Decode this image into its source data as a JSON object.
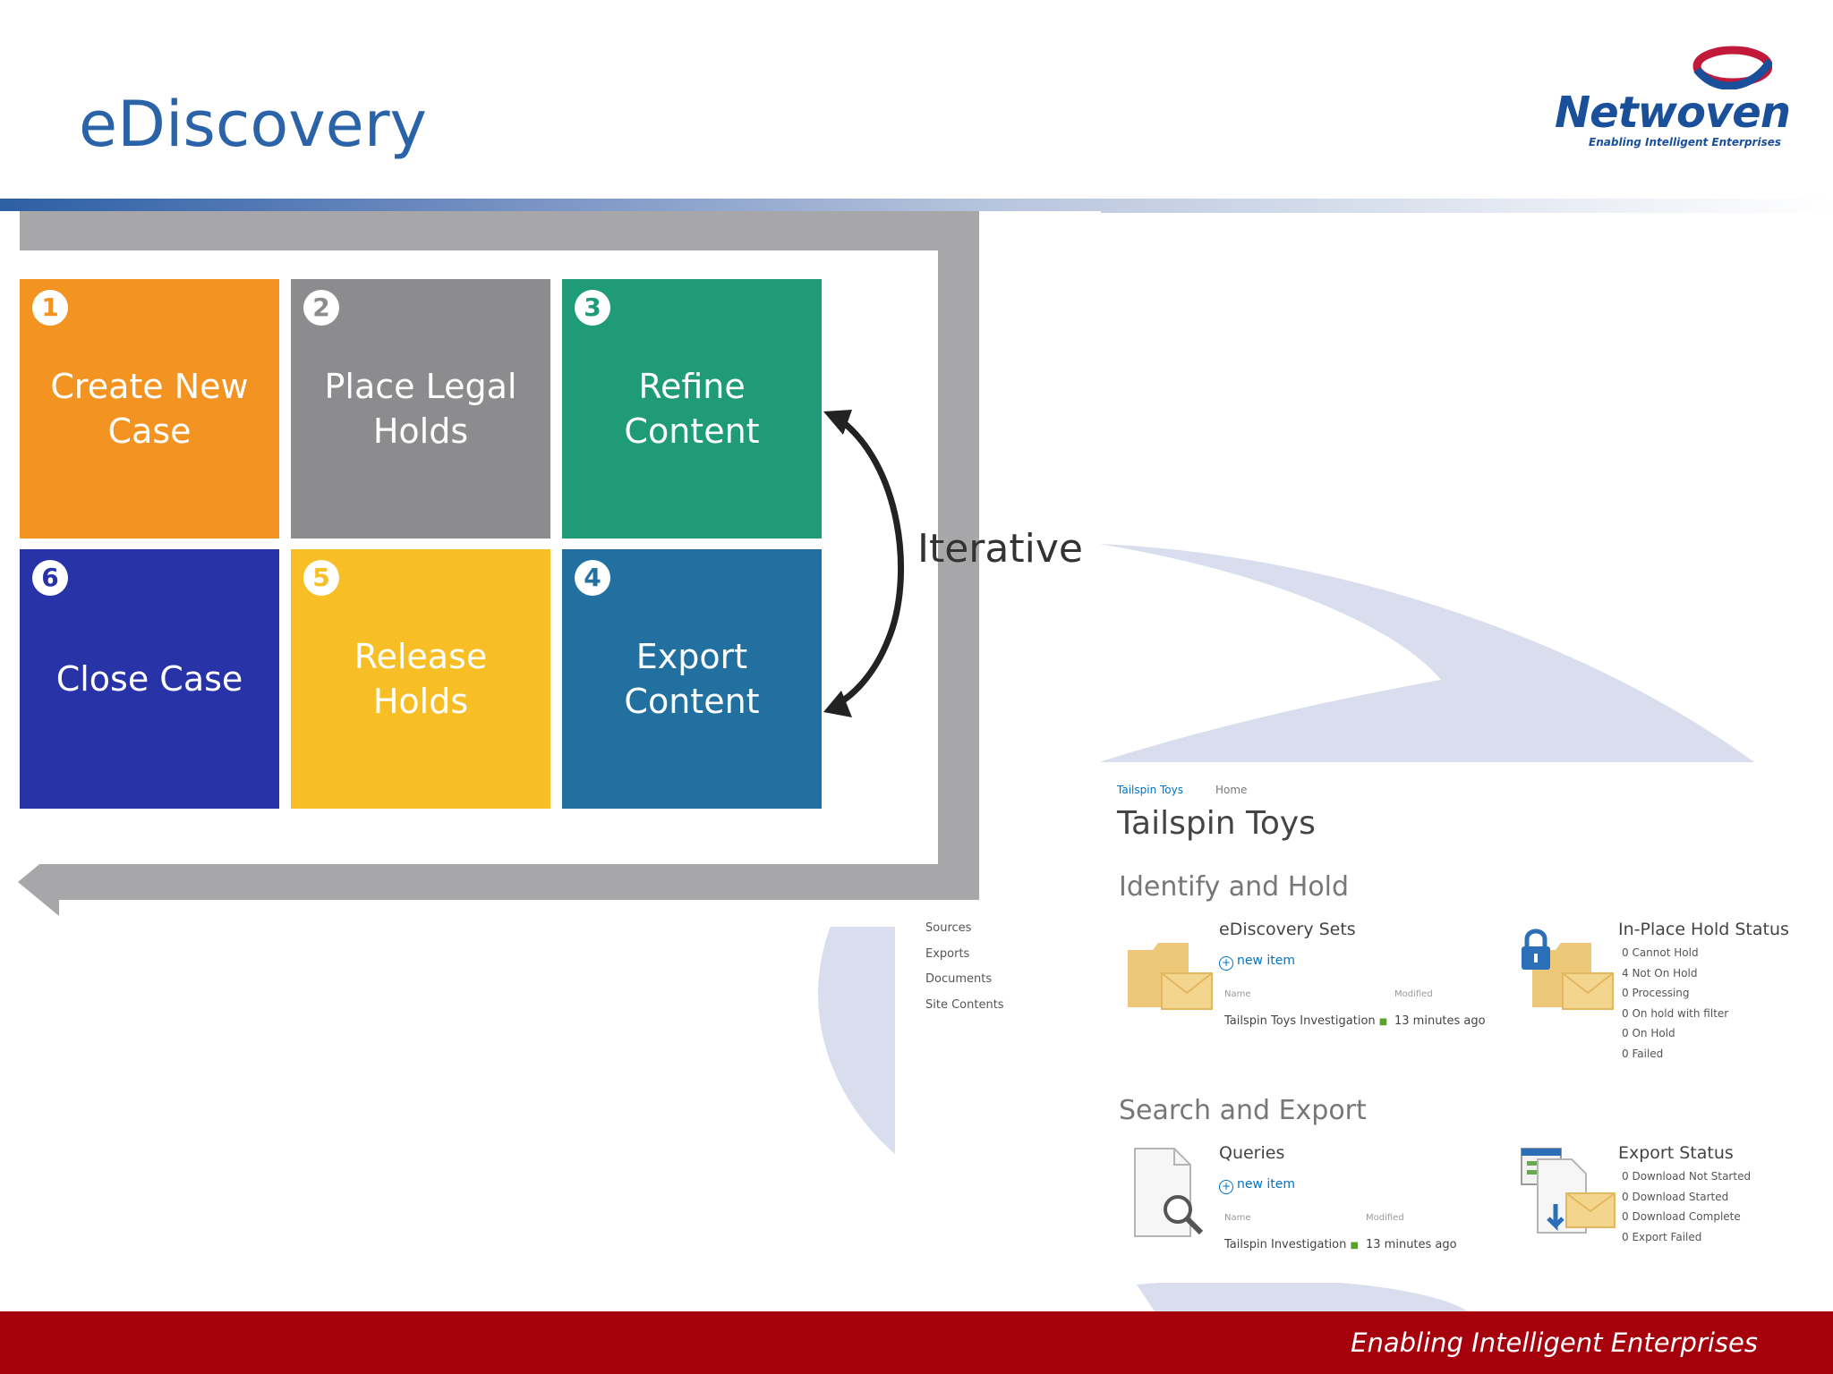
{
  "slide": {
    "title": "eDiscovery"
  },
  "logo": {
    "name": "Netwoven",
    "tagline": "Enabling Intelligent Enterprises"
  },
  "diagram": {
    "tiles": [
      {
        "number": "1",
        "label": "Create New Case",
        "color": "#f39321"
      },
      {
        "number": "2",
        "label": "Place Legal Holds",
        "color": "#8c8c8e"
      },
      {
        "number": "3",
        "label": "Refine Content",
        "color": "#1f9b78"
      },
      {
        "number": "6",
        "label": "Close Case",
        "color": "#2833a8"
      },
      {
        "number": "5",
        "label": "Release Holds",
        "color": "#f7be25"
      },
      {
        "number": "4",
        "label": "Export Content",
        "color": "#22709f"
      }
    ],
    "iterative_label": "Iterative"
  },
  "sharepoint": {
    "breadcrumb": {
      "site": "Tailspin Toys",
      "page": "Home"
    },
    "title": "Tailspin Toys",
    "side_links": [
      "Sources",
      "Exports",
      "Documents",
      "Site Contents"
    ],
    "identify": {
      "heading": "Identify and Hold",
      "sets": {
        "title": "eDiscovery Sets",
        "new_item": "new item",
        "col_name": "Name",
        "col_modified": "Modified",
        "row_name": "Tailspin Toys Investigation",
        "row_modified": "13 minutes ago"
      },
      "hold_status": {
        "title": "In-Place Hold Status",
        "items": [
          "0 Cannot Hold",
          "4 Not On Hold",
          "0 Processing",
          "0 On hold with filter",
          "0 On Hold",
          "0 Failed"
        ]
      }
    },
    "search": {
      "heading": "Search and Export",
      "queries": {
        "title": "Queries",
        "new_item": "new item",
        "col_name": "Name",
        "col_modified": "Modified",
        "row_name": "Tailspin Investigation",
        "row_modified": "13 minutes ago"
      },
      "export_status": {
        "title": "Export Status",
        "items": [
          "0 Download Not Started",
          "0 Download Started",
          "0 Download Complete",
          "0 Export Failed"
        ]
      }
    }
  },
  "footer": {
    "text": "Enabling Intelligent Enterprises",
    "color": "#a5000b"
  }
}
